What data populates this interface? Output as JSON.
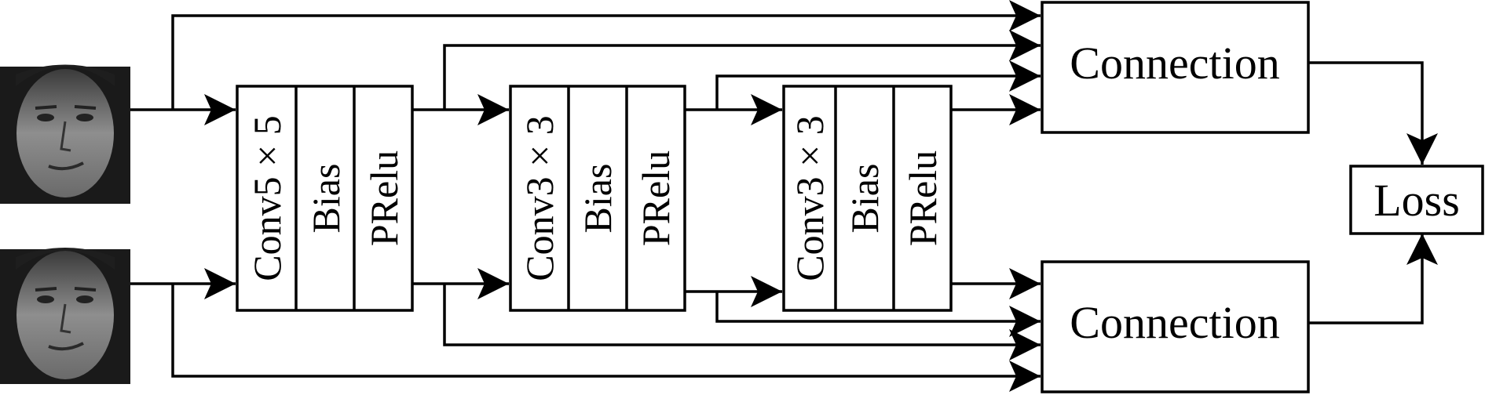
{
  "inputs": [
    {
      "label": "",
      "icon": "face-photo"
    },
    {
      "label": "",
      "icon": "face-photo"
    }
  ],
  "blocks": [
    {
      "conv": "Conv5 × 5",
      "bias": "Bias",
      "act": "PRelu"
    },
    {
      "conv": "Conv3 × 3",
      "bias": "Bias",
      "act": "PRelu"
    },
    {
      "conv": "Conv3 × 3",
      "bias": "Bias",
      "act": "PRelu"
    }
  ],
  "connection_top": "Connection",
  "connection_bottom": "Connection",
  "loss": "Loss",
  "colors": {
    "line": "#000000",
    "background": "#ffffff"
  }
}
